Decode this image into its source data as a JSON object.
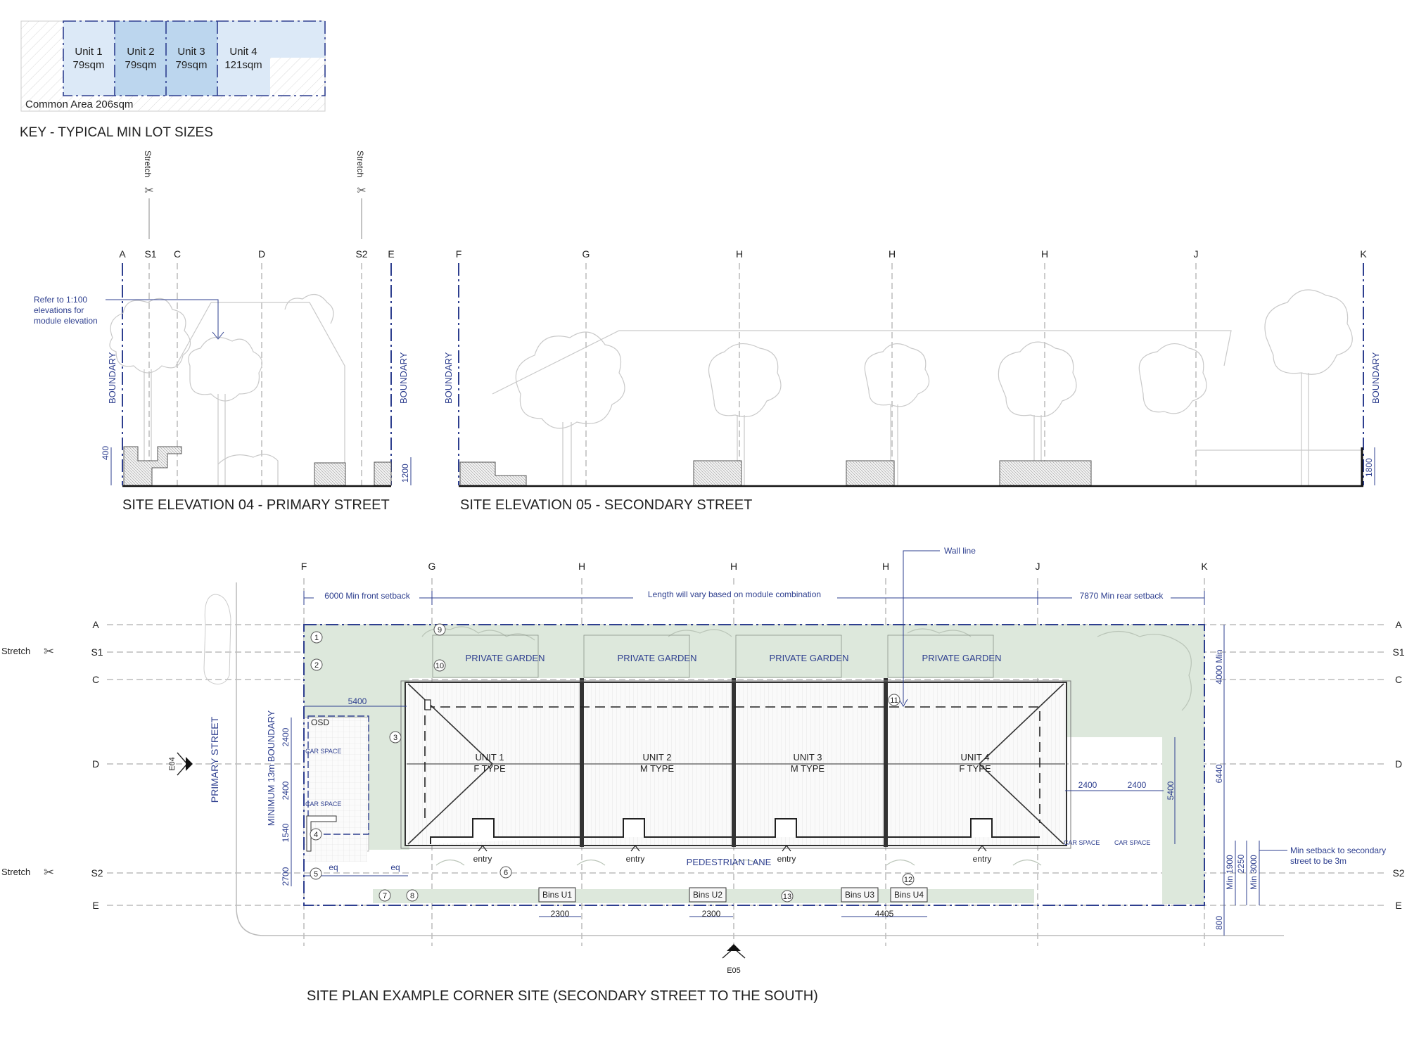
{
  "key": {
    "units": [
      {
        "name": "Unit 1",
        "area": "79sqm"
      },
      {
        "name": "Unit 2",
        "area": "79sqm"
      },
      {
        "name": "Unit 3",
        "area": "79sqm"
      },
      {
        "name": "Unit 4",
        "area": "121sqm"
      }
    ],
    "common_area": "Common Area 206sqm",
    "title": "KEY - TYPICAL MIN LOT SIZES"
  },
  "elevation04": {
    "title": "SITE ELEVATION 04 - PRIMARY STREET",
    "grid": [
      "A",
      "S1",
      "C",
      "D",
      "S2",
      "E"
    ],
    "stretch": "Stretch",
    "note": [
      "Refer to 1:100",
      "elevations for",
      "module elevation"
    ],
    "boundary": "BOUNDARY",
    "dims": [
      "400",
      "1200"
    ]
  },
  "elevation05": {
    "title": "SITE ELEVATION 05 - SECONDARY STREET",
    "grid": [
      "F",
      "G",
      "H",
      "H",
      "H",
      "J",
      "K"
    ],
    "boundary": "BOUNDARY",
    "dims": [
      "1800"
    ]
  },
  "plan": {
    "title": "SITE PLAN EXAMPLE CORNER SITE (SECONDARY STREET TO THE SOUTH)",
    "grid_top": [
      "F",
      "G",
      "H",
      "H",
      "H",
      "J",
      "K"
    ],
    "grid_side": [
      "A",
      "S1",
      "C",
      "D",
      "S2",
      "E"
    ],
    "stretch": "Stretch",
    "wall_line": "Wall line",
    "setback_front": "6000 Min front setback",
    "length_note": "Length will vary based on module combination",
    "setback_rear": "7870 Min rear setback",
    "private_garden": "PRIVATE GARDEN",
    "units": [
      {
        "name": "UNIT 1",
        "type": "F TYPE"
      },
      {
        "name": "UNIT 2",
        "type": "M TYPE"
      },
      {
        "name": "UNIT 3",
        "type": "M TYPE"
      },
      {
        "name": "UNIT 4",
        "type": "F TYPE"
      }
    ],
    "entry": "entry",
    "pedestrian_lane": "PEDESTRIAN LANE",
    "bins": [
      "Bins U1",
      "Bins U2",
      "Bins U3",
      "Bins U4"
    ],
    "bottom_dims": [
      "2300",
      "2300",
      "4405"
    ],
    "osd": "OSD",
    "car_space": "CAR SPACE",
    "primary_street": "PRIMARY STREET",
    "min_boundary": "MINIMUM 13m BOUNDARY",
    "left_dims": [
      "2400",
      "2400",
      "1540",
      "2700"
    ],
    "dim_5400_top": "5400",
    "eq": "eq",
    "numbers": [
      "1",
      "2",
      "3",
      "4",
      "5",
      "6",
      "7",
      "8",
      "9",
      "10",
      "11",
      "12",
      "13"
    ],
    "e04": "E04",
    "e05": "E05",
    "right_dims": [
      "4000 Min",
      "6440",
      "5400",
      "2400",
      "2400"
    ],
    "min_1900": "Min 1900",
    "min_3000": "Min 3000",
    "dim_2250": "2250",
    "dim_800": "800",
    "secondary_note": [
      "Min setback to secondary",
      "street to be 3m"
    ]
  }
}
